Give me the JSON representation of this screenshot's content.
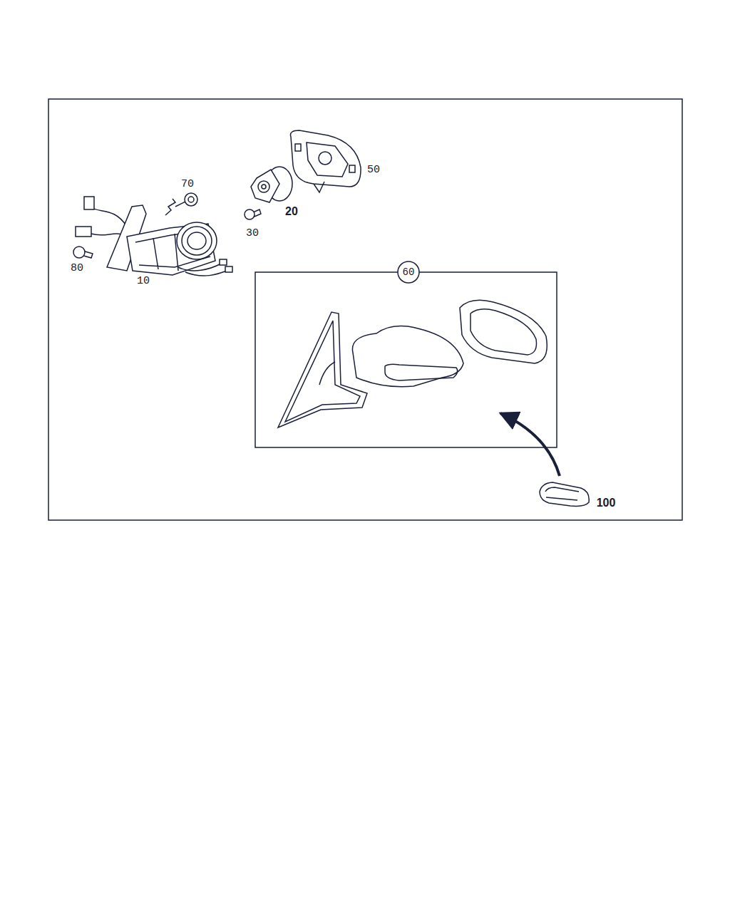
{
  "diagram": {
    "nodes": [
      {
        "text": [
          "60"
        ]
      }
    ],
    "labels": [
      "70",
      "50",
      "20",
      "30",
      "80",
      "10",
      "100"
    ]
  }
}
